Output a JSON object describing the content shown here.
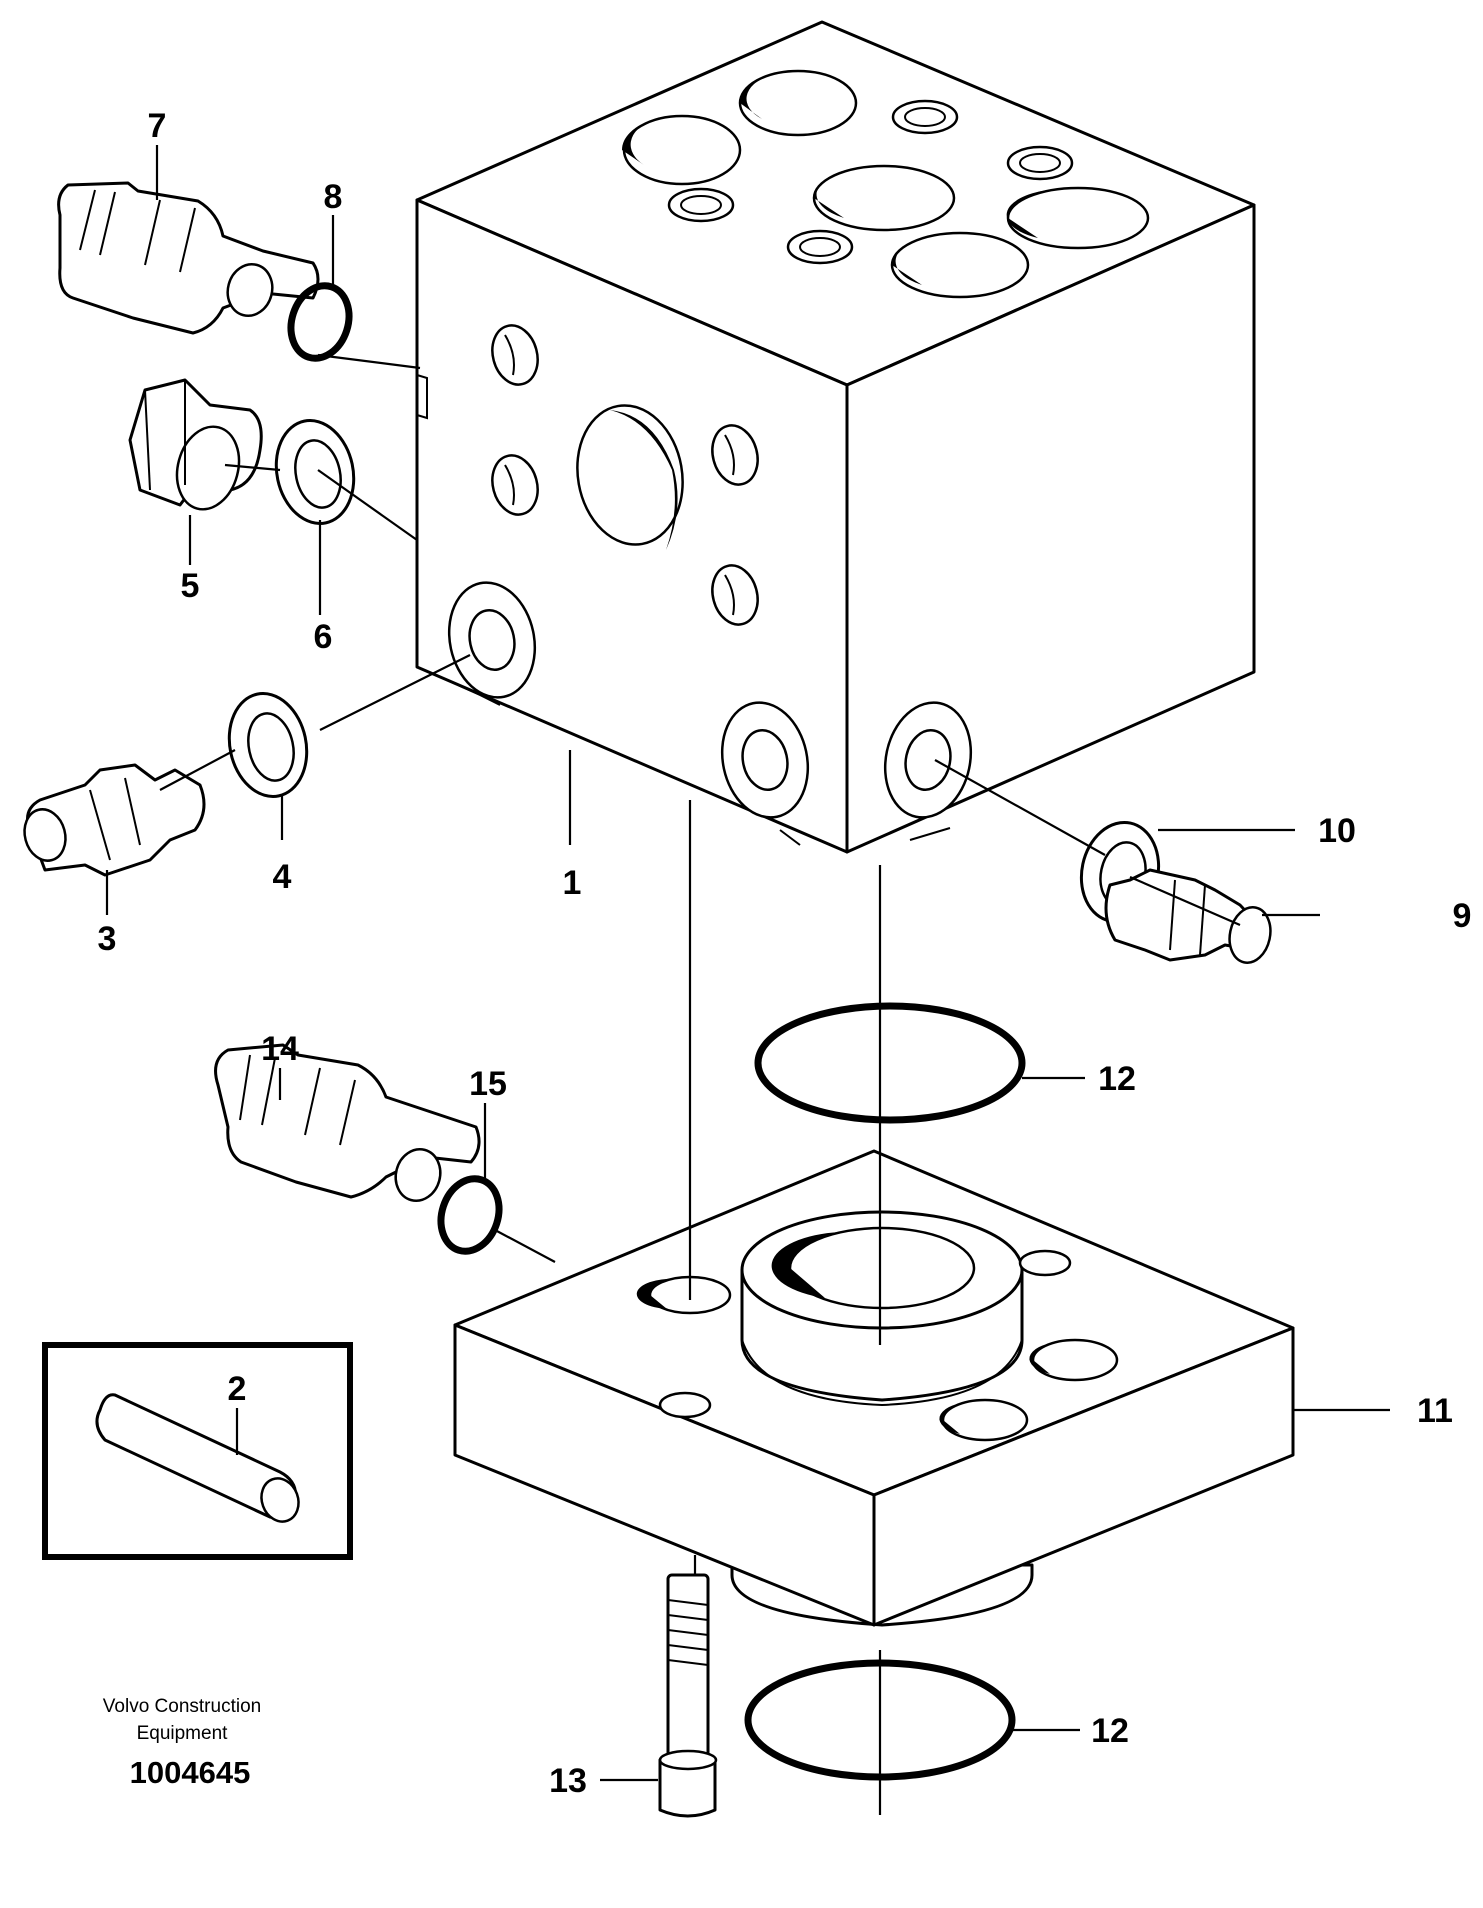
{
  "callouts": [
    {
      "id": "1",
      "label": "1"
    },
    {
      "id": "2",
      "label": "2"
    },
    {
      "id": "3",
      "label": "3"
    },
    {
      "id": "4",
      "label": "4"
    },
    {
      "id": "5",
      "label": "5"
    },
    {
      "id": "6",
      "label": "6"
    },
    {
      "id": "7",
      "label": "7"
    },
    {
      "id": "8",
      "label": "8"
    },
    {
      "id": "9",
      "label": "9"
    },
    {
      "id": "10",
      "label": "10"
    },
    {
      "id": "11",
      "label": "11"
    },
    {
      "id": "12a",
      "label": "12"
    },
    {
      "id": "12b",
      "label": "12"
    },
    {
      "id": "13",
      "label": "13"
    },
    {
      "id": "14",
      "label": "14"
    },
    {
      "id": "15",
      "label": "15"
    }
  ],
  "reference": {
    "brand_line1": "Volvo Construction",
    "brand_line2": "Equipment",
    "drawing_number": "1004645"
  }
}
